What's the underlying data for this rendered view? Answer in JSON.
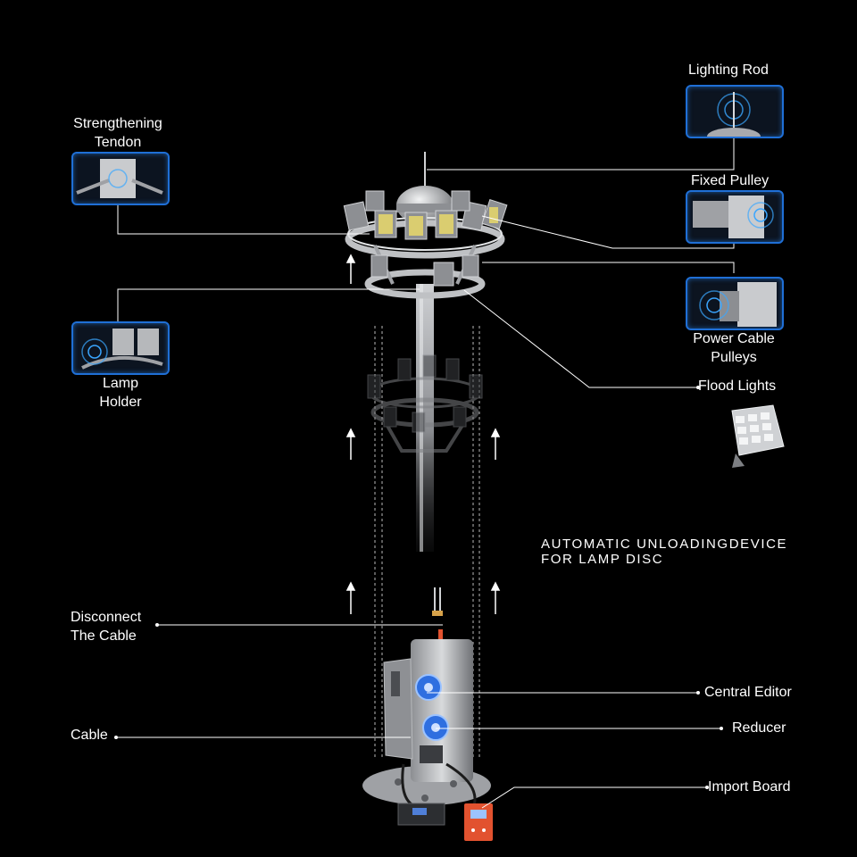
{
  "heading": {
    "line1": "AUTOMATIC UNLOADINGDEVICE",
    "line2": "FOR LAMP DISC"
  },
  "labels": {
    "lighting_rod": "Lighting Rod",
    "fixed_pulley": "Fixed Pulley",
    "power_cable_pulleys_1": "Power Cable",
    "power_cable_pulleys_2": "Pulleys",
    "flood_lights": "Flood Lights",
    "strengthening_tendon_1": "Strengthening",
    "strengthening_tendon_2": "Tendon",
    "lamp_holder_1": "Lamp",
    "lamp_holder_2": "Holder",
    "disconnect_cable_1": "Disconnect",
    "disconnect_cable_2": "The Cable",
    "central_editor": "Central Editor",
    "reducer": "Reducer",
    "cable": "Cable",
    "import_board": "Import Board"
  },
  "colors": {
    "background": "#000000",
    "text": "#ffffff",
    "thumb_border": "#1f6fd6",
    "motor_blue": "#2f6fe0",
    "panel_orange": "#e2522f"
  }
}
